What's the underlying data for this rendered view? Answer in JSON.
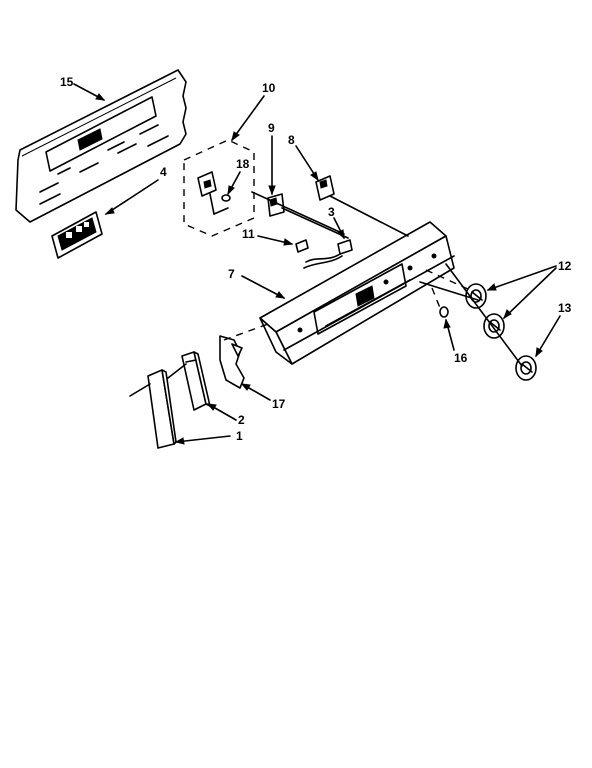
{
  "callouts": {
    "c1": "1",
    "c2": "2",
    "c3": "3",
    "c4": "4",
    "c7": "7",
    "c8": "8",
    "c9": "9",
    "c10": "10",
    "c11": "11",
    "c12": "12",
    "c13": "13",
    "c15": "15",
    "c16": "16",
    "c17": "17",
    "c18": "18"
  }
}
